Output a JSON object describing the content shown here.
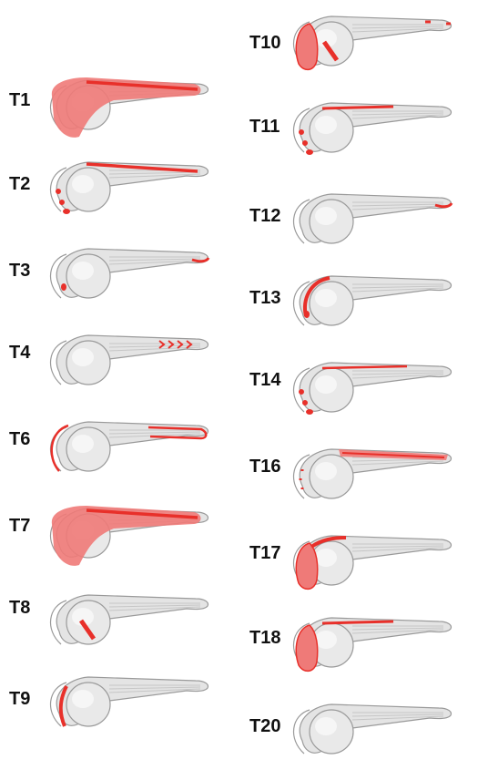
{
  "figure": {
    "panels": [
      {
        "label": "T1",
        "regions": [
          "body-wash",
          "dorsal-stripe"
        ]
      },
      {
        "label": "T2",
        "regions": [
          "dorsal-stripe",
          "head-spots"
        ]
      },
      {
        "label": "T3",
        "regions": [
          "tail-tip",
          "head-spot"
        ]
      },
      {
        "label": "T4",
        "regions": [
          "tail-dashes"
        ]
      },
      {
        "label": "T6",
        "regions": [
          "tail-loop",
          "head-outline"
        ]
      },
      {
        "label": "T7",
        "regions": [
          "body-wash",
          "dorsal-stripe"
        ]
      },
      {
        "label": "T8",
        "regions": [
          "yolk-streak"
        ]
      },
      {
        "label": "T9",
        "regions": [
          "head-stripe"
        ]
      },
      {
        "label": "T10",
        "regions": [
          "head-block",
          "yolk-streak",
          "tail-dots"
        ]
      },
      {
        "label": "T11",
        "regions": [
          "trunk-stripe",
          "head-spots"
        ]
      },
      {
        "label": "T12",
        "regions": [
          "tail-tip"
        ]
      },
      {
        "label": "T13",
        "regions": [
          "head-arc",
          "head-spot"
        ]
      },
      {
        "label": "T14",
        "regions": [
          "dotted-stripe",
          "head-spots"
        ]
      },
      {
        "label": "T16",
        "regions": [
          "dorsal-wash",
          "head-dots"
        ]
      },
      {
        "label": "T17",
        "regions": [
          "head-block",
          "neck-stripe"
        ]
      },
      {
        "label": "T18",
        "regions": [
          "head-block",
          "trunk-stripe"
        ]
      },
      {
        "label": "T20",
        "regions": []
      }
    ]
  },
  "colors": {
    "expression": "#e8302a",
    "expression_light": "#ef7a78",
    "embryo_fill": "#e4e4e4",
    "embryo_shade": "#c6c6c6",
    "embryo_outline": "#9a9a9a"
  }
}
